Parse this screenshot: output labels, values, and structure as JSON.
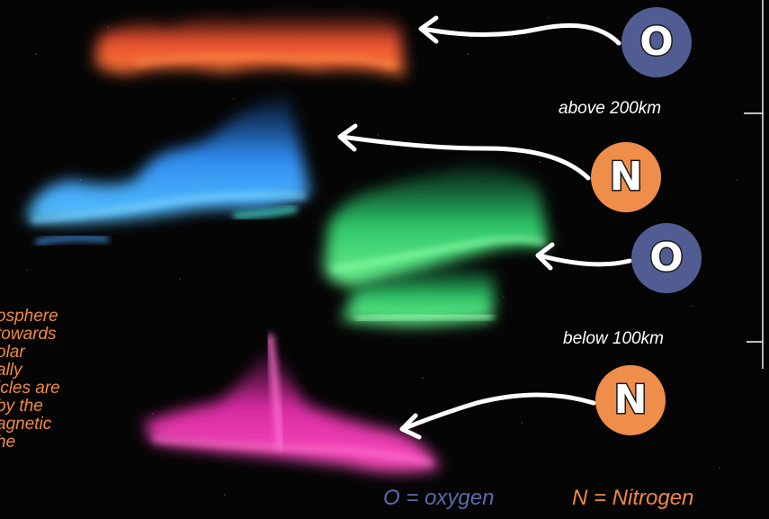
{
  "description_lines": [
    "osphere",
    "towards",
    "olar",
    "ally",
    "icles are",
    "by the",
    "agnetic",
    "he"
  ],
  "altitudes": {
    "top": "above 200km",
    "bottom": "below 100km"
  },
  "badges": [
    {
      "letter": "O",
      "color": "#515d92"
    },
    {
      "letter": "N",
      "color": "#ef8d4a"
    },
    {
      "letter": "O",
      "color": "#515d92"
    },
    {
      "letter": "N",
      "color": "#ef8d4a"
    }
  ],
  "legend": {
    "oxygen": "O = oxygen",
    "nitrogen": "N = Nitrogen"
  },
  "aurora_colors": {
    "red": "#ff5a3a",
    "blue": "#3fa2ff",
    "green": "#3fd86a",
    "pink": "#ff3fb0"
  }
}
